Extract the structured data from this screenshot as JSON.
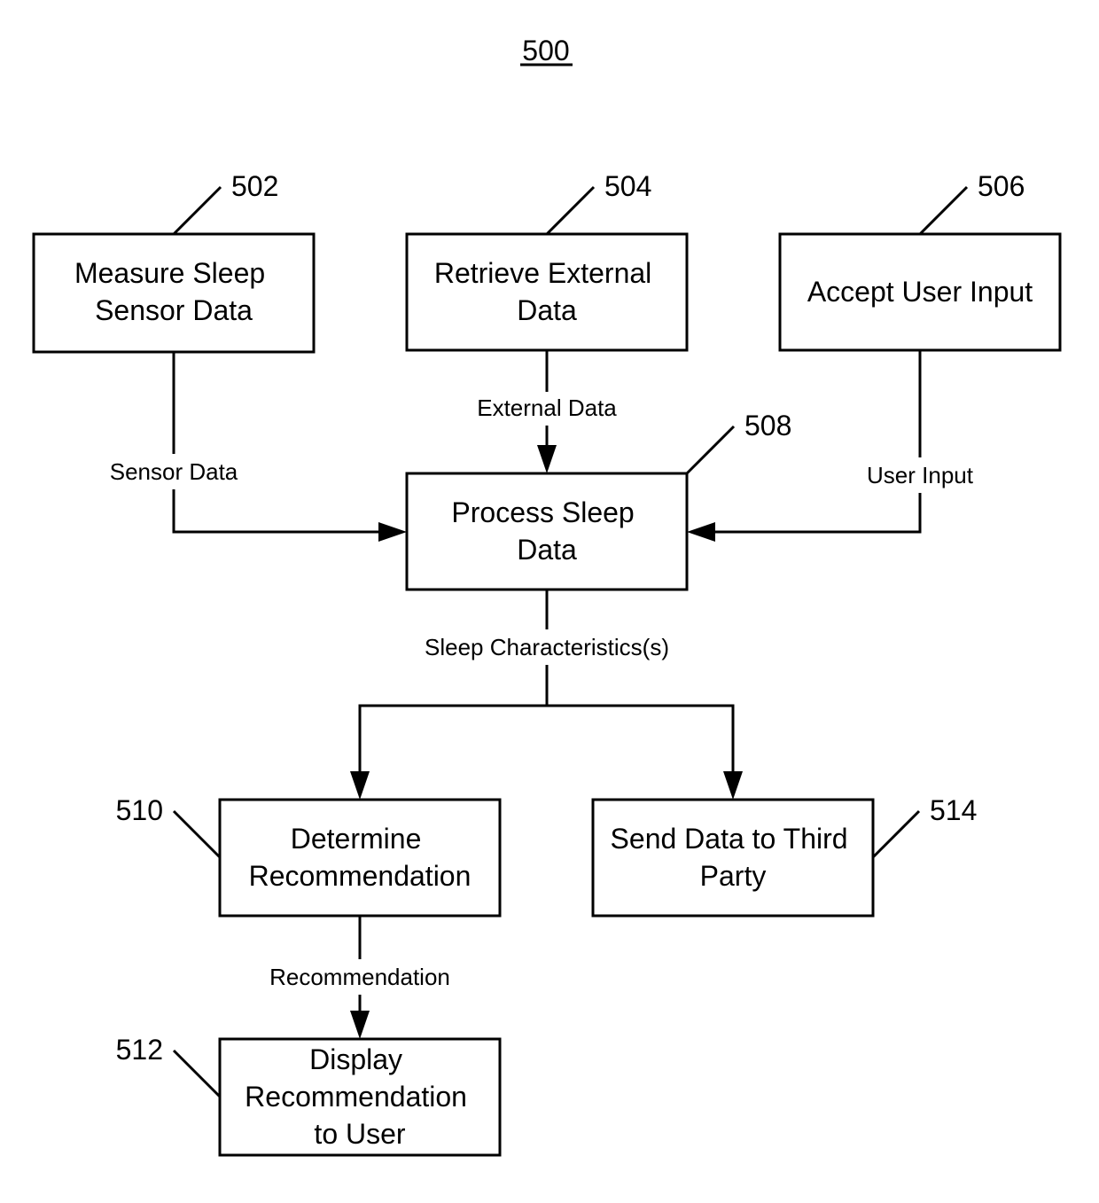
{
  "figure": {
    "number": "500"
  },
  "nodes": {
    "measure": {
      "ref": "502",
      "lines": [
        "Measure Sleep",
        "Sensor Data"
      ]
    },
    "retrieve": {
      "ref": "504",
      "lines": [
        "Retrieve External",
        "Data"
      ]
    },
    "accept": {
      "ref": "506",
      "lines": [
        "Accept User Input"
      ]
    },
    "process": {
      "ref": "508",
      "lines": [
        "Process Sleep",
        "Data"
      ]
    },
    "determine": {
      "ref": "510",
      "lines": [
        "Determine",
        "Recommendation"
      ]
    },
    "display": {
      "ref": "512",
      "lines": [
        "Display",
        "Recommendation",
        "to User"
      ]
    },
    "send": {
      "ref": "514",
      "lines": [
        "Send Data to Third",
        "Party"
      ]
    }
  },
  "edges": {
    "sensor": {
      "label": "Sensor Data"
    },
    "external": {
      "label": "External Data"
    },
    "user": {
      "label": "User Input"
    },
    "sleep": {
      "label": "Sleep Characteristics(s)"
    },
    "recommendation": {
      "label": "Recommendation"
    }
  }
}
